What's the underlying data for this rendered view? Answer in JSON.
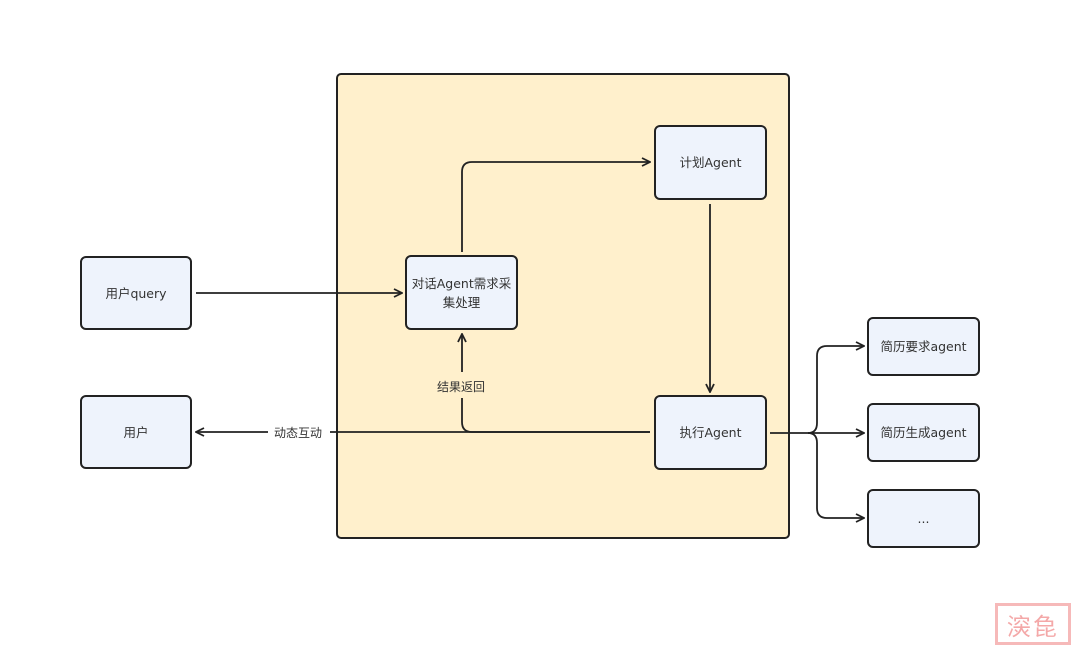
{
  "diagram": {
    "container": {
      "name": "agent-group",
      "fill": "#fff0cc"
    },
    "nodes": {
      "user_query": "用户query",
      "user": "用户",
      "dialog_agent": "对话Agent需求采集处理",
      "plan_agent": "计划Agent",
      "exec_agent": "执行Agent",
      "resume_req_agent": "简历要求agent",
      "resume_gen_agent": "简历生成agent",
      "more": "..."
    },
    "edges": [
      {
        "from": "user_query",
        "to": "dialog_agent",
        "label": ""
      },
      {
        "from": "dialog_agent",
        "to": "plan_agent",
        "label": ""
      },
      {
        "from": "plan_agent",
        "to": "exec_agent",
        "label": ""
      },
      {
        "from": "exec_agent",
        "to": "dialog_agent",
        "label": "结果返回"
      },
      {
        "from": "exec_agent",
        "to": "user",
        "label": "动态互动"
      },
      {
        "from": "exec_agent",
        "to": "resume_req_agent",
        "label": ""
      },
      {
        "from": "exec_agent",
        "to": "resume_gen_agent",
        "label": ""
      },
      {
        "from": "exec_agent",
        "to": "more",
        "label": ""
      }
    ],
    "labels": {
      "result_return": "结果返回",
      "dynamic_interaction": "动态互动"
    },
    "colors": {
      "node_fill": "#eef3fc",
      "stroke": "#222222",
      "watermark": "#f4a8a8"
    },
    "watermark": "㴱㲋"
  }
}
